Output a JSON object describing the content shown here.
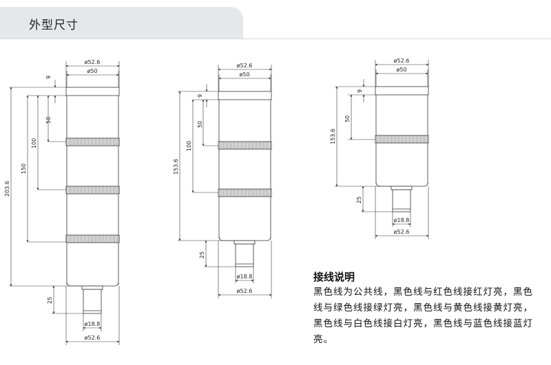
{
  "header": {
    "title": "外型尺寸"
  },
  "drawings": {
    "tower4": {
      "dia_outer": "ø52.6",
      "dia_inner": "ø50",
      "h_cap": "9",
      "h_50": "50",
      "h_100": "100",
      "h_150": "150",
      "h_total": "203.6",
      "h_base": "25",
      "dia_base": "ø18.8",
      "dia_bottom": "ø52.6"
    },
    "tower3": {
      "dia_outer": "ø52.6",
      "dia_inner": "ø50",
      "h_cap": "9",
      "h_50": "50",
      "h_100": "100",
      "h_total": "153.6",
      "h_base": "25",
      "dia_base": "ø18.8",
      "dia_bottom": "ø52.6"
    },
    "tower2": {
      "dia_outer": "ø52.6",
      "dia_inner": "ø50",
      "h_cap": "9",
      "h_50": "50",
      "h_total": "153.6",
      "h_base": "25",
      "dia_base": "ø18.8",
      "dia_bottom": "ø52.6"
    }
  },
  "notes": {
    "title": "接线说明",
    "body": "黑色线为公共线，黑色线与红色线接红灯亮，黑色线与绿色线接绿灯亮，黑色线与黄色线接黄灯亮，黑色线与白色线接白灯亮，黑色线与蓝色线接蓝灯亮。"
  }
}
